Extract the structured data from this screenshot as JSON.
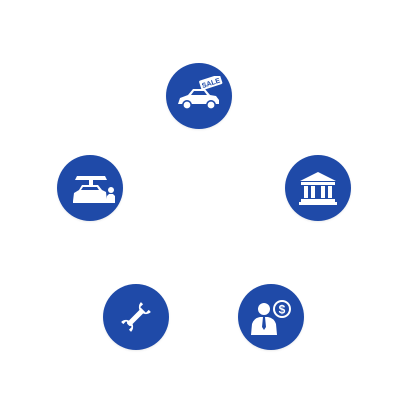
{
  "theme": {
    "background": "#ffffff",
    "circle_color": "#1f4aa8",
    "icon_color": "#ffffff"
  },
  "icons": [
    {
      "id": "car-sale",
      "icon": "car-for-sale-icon",
      "tag_text": "SALE"
    },
    {
      "id": "dealership",
      "icon": "car-dealership-icon"
    },
    {
      "id": "bank",
      "icon": "bank-icon"
    },
    {
      "id": "service",
      "icon": "wrench-icon"
    },
    {
      "id": "finance",
      "icon": "financial-advisor-icon",
      "symbol": "$"
    }
  ]
}
